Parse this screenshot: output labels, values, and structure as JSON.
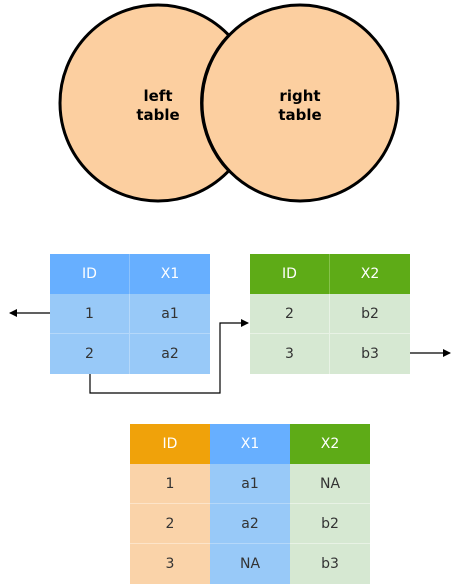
{
  "venn": {
    "left_label": [
      "left",
      "table"
    ],
    "right_label": [
      "right",
      "table"
    ]
  },
  "left_table": {
    "headers": [
      "ID",
      "X1"
    ],
    "rows": [
      [
        "1",
        "a1"
      ],
      [
        "2",
        "a2"
      ]
    ]
  },
  "right_table": {
    "headers": [
      "ID",
      "X2"
    ],
    "rows": [
      [
        "2",
        "b2"
      ],
      [
        "3",
        "b3"
      ]
    ]
  },
  "result_table": {
    "headers": [
      "ID",
      "X1",
      "X2"
    ],
    "rows": [
      [
        "1",
        "a1",
        "NA"
      ],
      [
        "2",
        "a2",
        "b2"
      ],
      [
        "3",
        "NA",
        "b3"
      ]
    ]
  },
  "colors": {
    "circle_fill": "#FCCFA0",
    "circle_stroke": "#000000",
    "left_header": "#67AFFF",
    "left_body": "#98C9F8",
    "right_header": "#5EAB17",
    "right_body": "#D6E8D2",
    "result_id_header": "#F0A20A",
    "result_id_body": "#FAD3A9",
    "result_x1_header": "#67AFFF",
    "result_x1_body": "#98C9F8",
    "result_x2_header": "#5EAB17",
    "result_x2_body": "#D6E8D2"
  }
}
